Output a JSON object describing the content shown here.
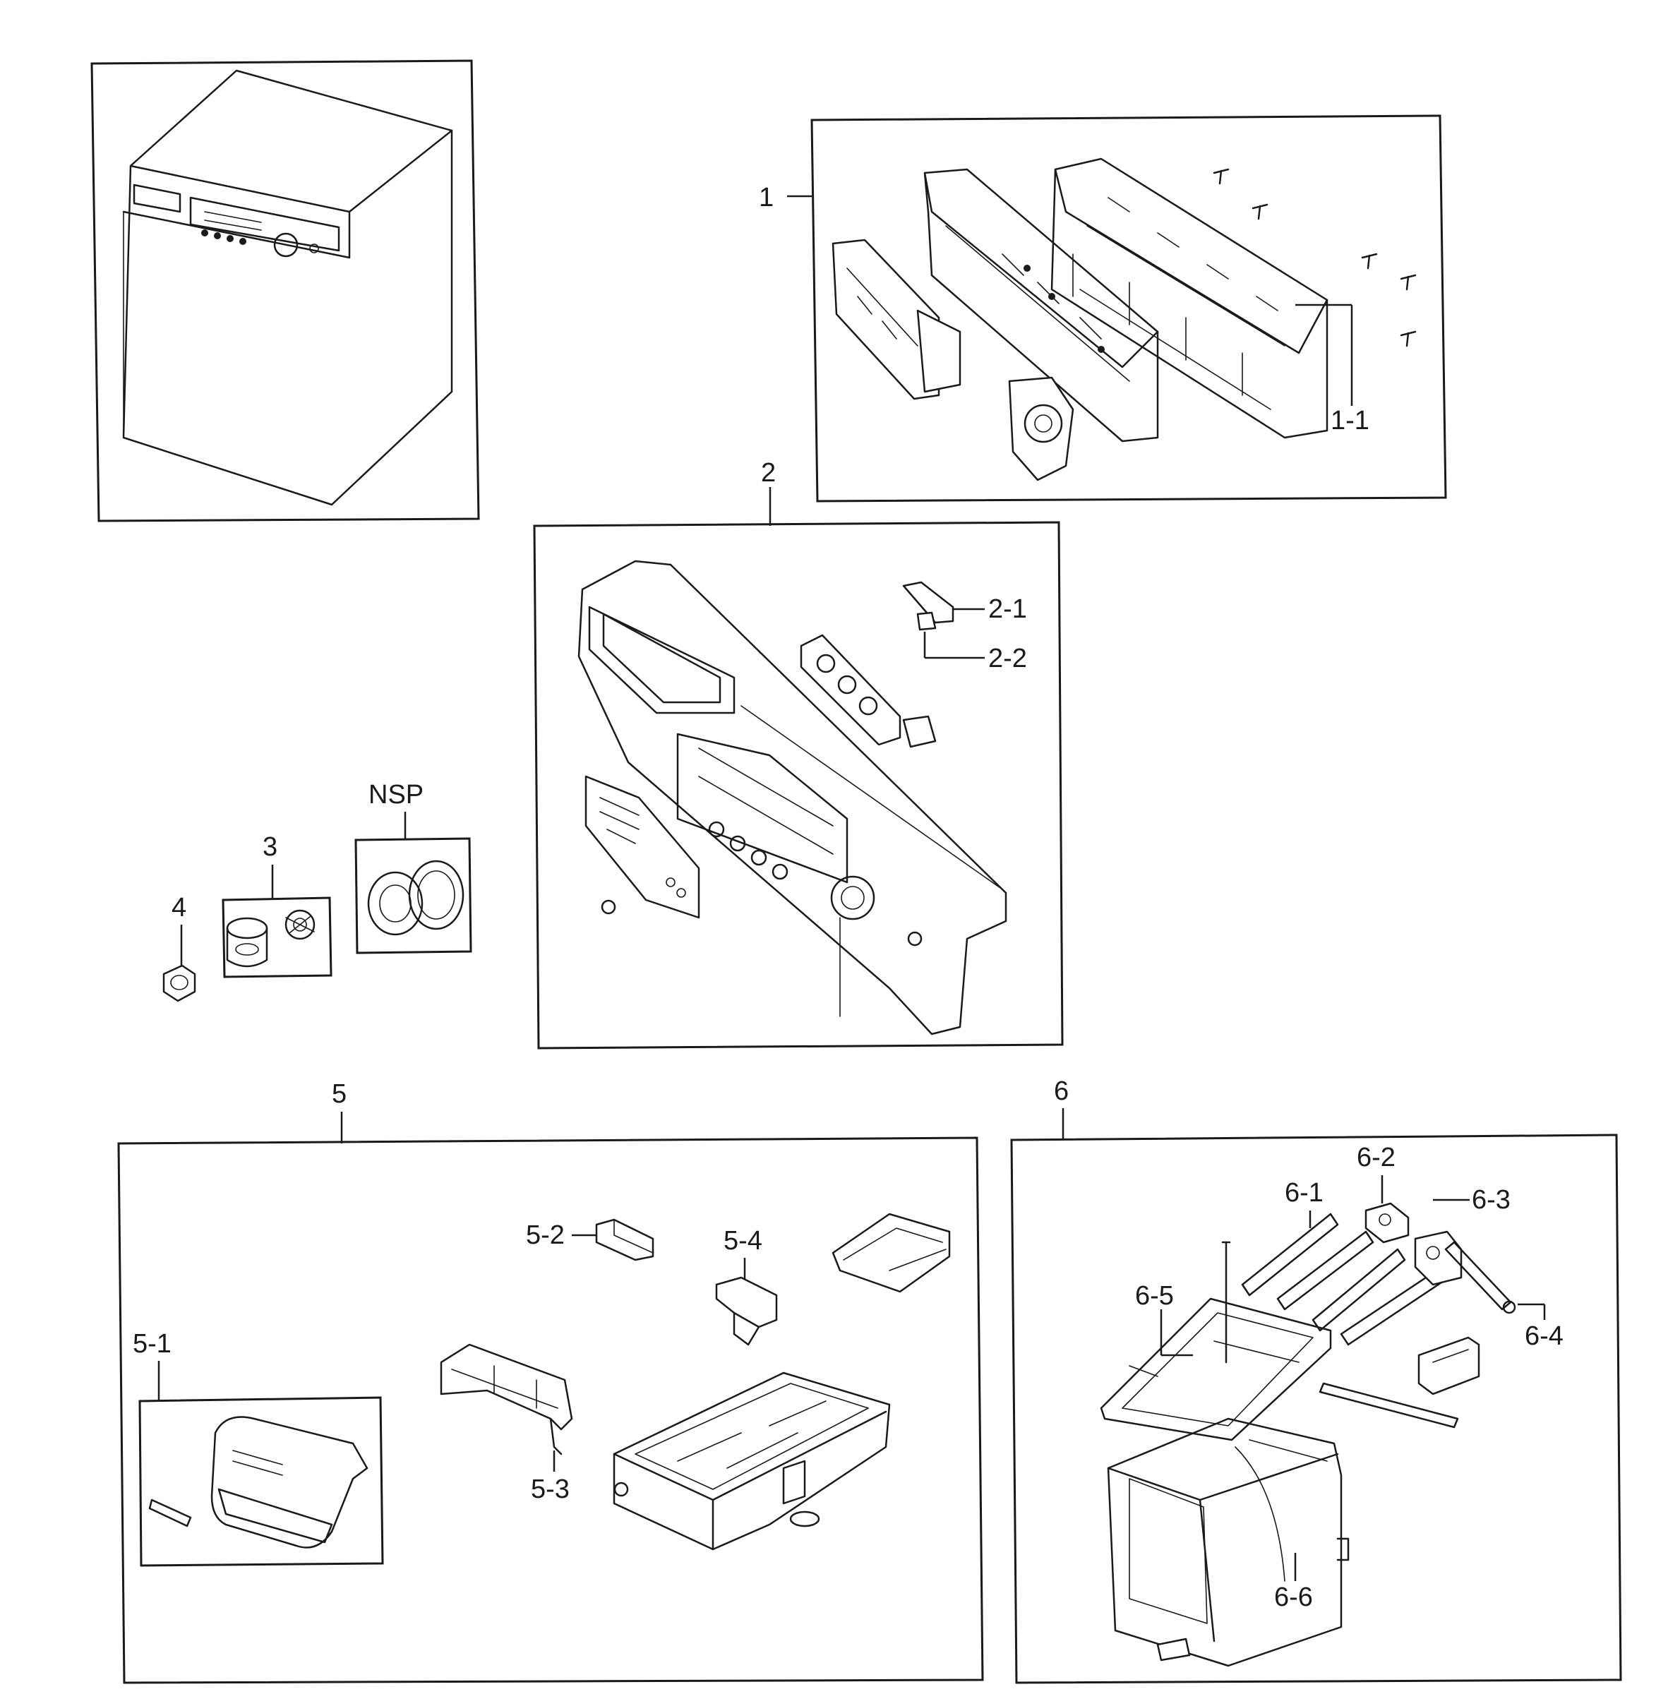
{
  "labels": {
    "l1": "1",
    "l1_1": "1-1",
    "l2": "2",
    "l2_1": "2-1",
    "l2_2": "2-2",
    "l3": "3",
    "l4": "4",
    "lnsp": "NSP",
    "l5": "5",
    "l5_1": "5-1",
    "l5_2": "5-2",
    "l5_3": "5-3",
    "l5_4": "5-4",
    "l6": "6",
    "l6_1": "6-1",
    "l6_2": "6-2",
    "l6_3": "6-3",
    "l6_4": "6-4",
    "l6_5": "6-5",
    "l6_6": "6-6"
  }
}
